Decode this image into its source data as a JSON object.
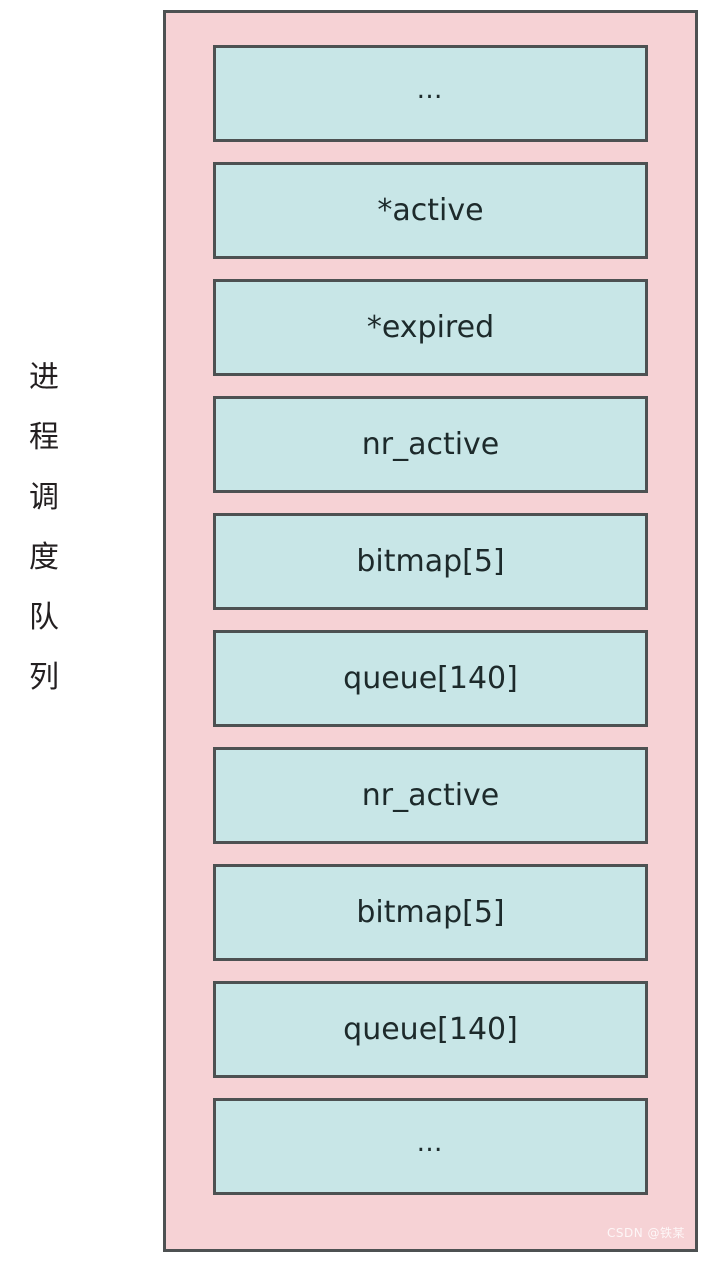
{
  "diagram": {
    "title_vertical": "进程调度队列",
    "title_vertical_chars": [
      "进",
      "程",
      "调",
      "度",
      "队",
      "列"
    ],
    "container": {
      "name": "runqueue-struct",
      "fill_color": "#f6d2d5",
      "border_color": "#4d5152"
    },
    "box_style": {
      "fill_color": "#c8e6e7",
      "border_color": "#4d5152",
      "text_color": "#1d2a2b"
    },
    "fields": [
      {
        "label": "…",
        "kind": "ellipsis"
      },
      {
        "label": "*active",
        "kind": "pointer"
      },
      {
        "label": "*expired",
        "kind": "pointer"
      },
      {
        "label": "nr_active",
        "kind": "member"
      },
      {
        "label": "bitmap[5]",
        "kind": "member"
      },
      {
        "label": "queue[140]",
        "kind": "member"
      },
      {
        "label": "nr_active",
        "kind": "member"
      },
      {
        "label": "bitmap[5]",
        "kind": "member"
      },
      {
        "label": "queue[140]",
        "kind": "member"
      },
      {
        "label": "…",
        "kind": "ellipsis"
      }
    ],
    "watermark": "CSDN @铁某"
  }
}
